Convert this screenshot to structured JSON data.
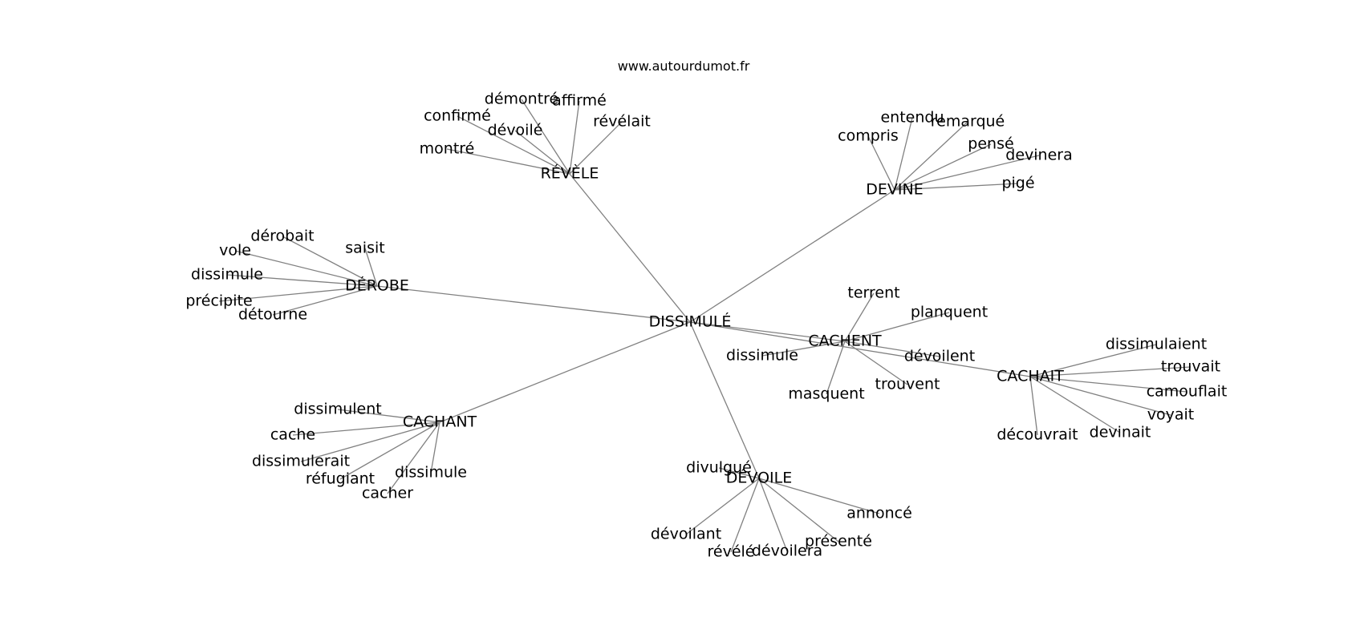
{
  "site": "www.autourdumot.fr",
  "center": "DISSIMULÉ",
  "clusters": [
    {
      "word": "RÉVÈLE",
      "leaves": [
        "démontré",
        "affirmé",
        "confirmé",
        "révélait",
        "dévoilé",
        "montré"
      ]
    },
    {
      "word": "DEVINE",
      "leaves": [
        "entendu",
        "remarqué",
        "compris",
        "pensé",
        "devinera",
        "pigé"
      ]
    },
    {
      "word": "DÉROBE",
      "leaves": [
        "dérobait",
        "saisit",
        "vole",
        "dissimule",
        "précipite",
        "détourne"
      ]
    },
    {
      "word": "CACHENT",
      "leaves": [
        "terrent",
        "planquent",
        "dissimule",
        "dévoilent",
        "trouvent",
        "masquent"
      ]
    },
    {
      "word": "CACHAIT",
      "leaves": [
        "dissimulaient",
        "trouvait",
        "camouflait",
        "voyait",
        "devinait",
        "découvrait"
      ]
    },
    {
      "word": "CACHANT",
      "leaves": [
        "dissimulent",
        "cache",
        "dissimulerait",
        "réfugiant",
        "dissimule",
        "cacher"
      ]
    },
    {
      "word": "DÉVOILE",
      "leaves": [
        "divulgué",
        "annoncé",
        "dévoilant",
        "présenté",
        "révélé",
        "dévoilera"
      ]
    }
  ]
}
